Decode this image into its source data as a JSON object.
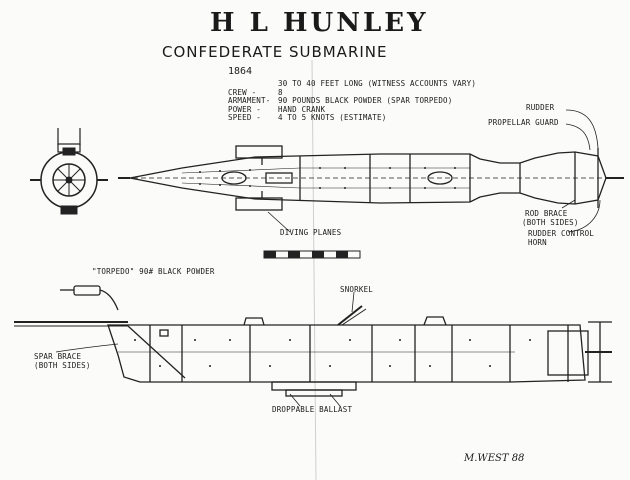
{
  "title": "H L HUNLEY",
  "subtitle": "CONFEDERATE SUBMARINE",
  "year": "1864",
  "specs": [
    {
      "key": "",
      "value": "30 TO 40 FEET LONG (WITNESS ACCOUNTS VARY)"
    },
    {
      "key": "CREW -",
      "value": "8"
    },
    {
      "key": "ARMAMENT-",
      "value": "90 POUNDS BLACK POWDER (SPAR TORPEDO)"
    },
    {
      "key": "POWER -",
      "value": "HAND CRANK"
    },
    {
      "key": "SPEED -",
      "value": "4 TO 5 KNOTS (ESTIMATE)"
    }
  ],
  "labels": {
    "rudder": "RUDDER",
    "propeller_guard": "PROPELLAR GUARD",
    "rod_brace": "ROD BRACE",
    "rod_brace_note": "(BOTH SIDES)",
    "rudder_control": "RUDDER CONTROL",
    "rudder_control_2": "HORN",
    "diving_planes": "DIVING PLANES",
    "torpedo": "\"TORPEDO\" 90# BLACK POWDER",
    "snorkel": "SNORKEL",
    "spar_brace": "SPAR BRACE",
    "spar_brace_note": "(BOTH SIDES)",
    "ballast": "DROPPABLE BALLAST"
  },
  "signature": "M.WEST 88"
}
